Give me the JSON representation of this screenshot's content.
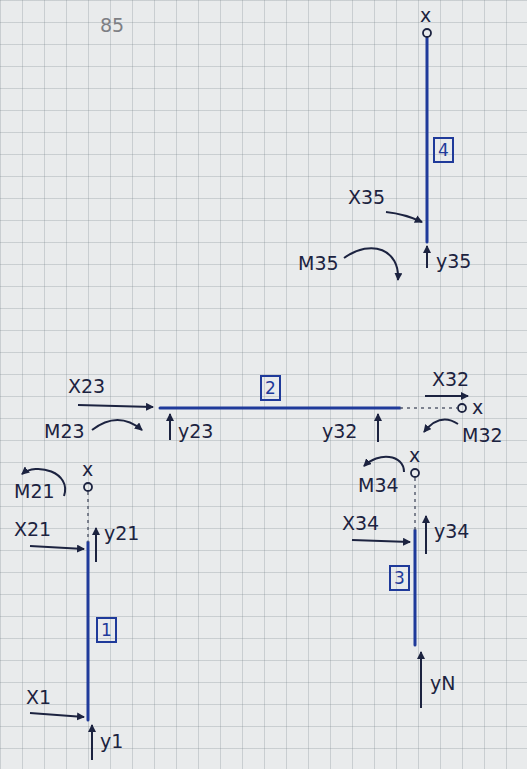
{
  "diagram": {
    "nodes": [
      {
        "text": [
          "4"
        ]
      },
      {
        "text": [
          "2"
        ]
      },
      {
        "text": [
          "1"
        ]
      },
      {
        "text": [
          "3"
        ]
      }
    ],
    "labels": [
      "85",
      "x",
      "X35",
      "y35",
      "M35",
      "X23",
      "M23",
      "y23",
      "X32",
      "x",
      "y32",
      "M32",
      "M21",
      "x",
      "X21",
      "y21",
      "M34",
      "x",
      "X34",
      "y34",
      "yN",
      "X1",
      "y1"
    ]
  }
}
